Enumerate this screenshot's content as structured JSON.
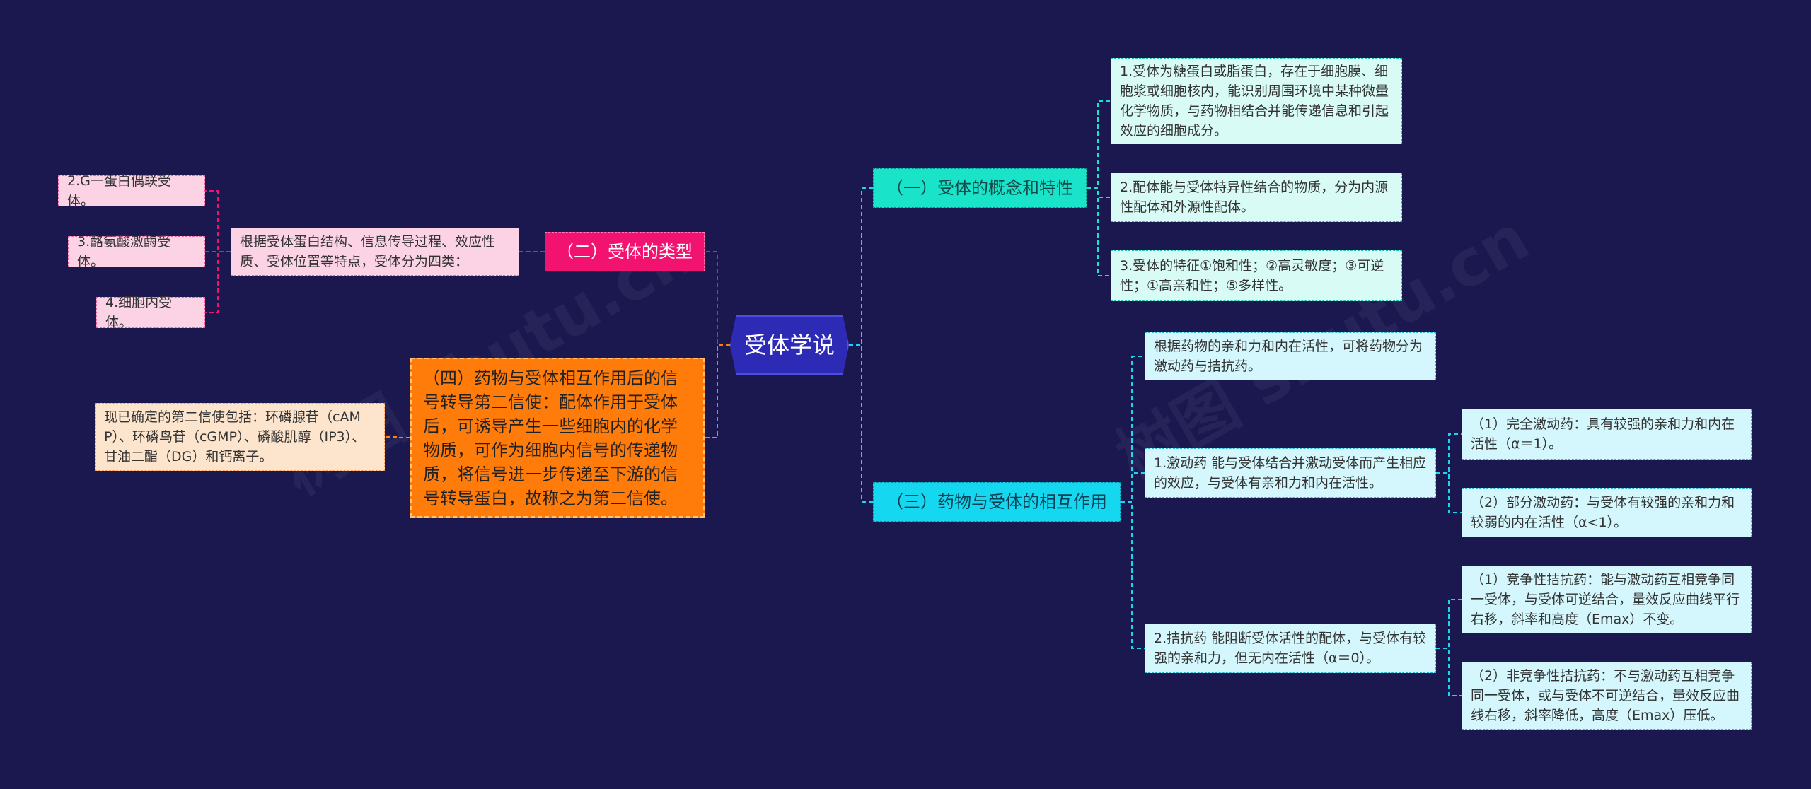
{
  "central": {
    "label": "受体学说"
  },
  "branches": {
    "concept": {
      "label": "（一）受体的概念和特性",
      "items": [
        "1.受体为糖蛋白或脂蛋白，存在于细胞膜、细胞浆或细胞核内，能识别周围环境中某种微量化学物质，与药物相结合并能传递信息和引起效应的细胞成分。",
        "2.配体能与受体特异性结合的物质，分为内源性配体和外源性配体。",
        "3.受体的特征①饱和性；②高灵敏度；③可逆性；①高亲和性；⑤多样性。"
      ]
    },
    "interaction": {
      "label": "（三）药物与受体的相互作用",
      "intro": "根据药物的亲和力和内在活性，可将药物分为激动药与拮抗药。",
      "agonist": {
        "label": "1.激动药 能与受体结合并激动受体而产生相应的效应，与受体有亲和力和内在活性。",
        "items": [
          "（1）完全激动药：具有较强的亲和力和内在活性（α＝1）。",
          "（2）部分激动药：与受体有较强的亲和力和较弱的内在活性（α<1）。"
        ]
      },
      "antagonist": {
        "label": "2.拮抗药 能阻断受体活性的配体，与受体有较强的亲和力，但无内在活性（α＝0）。",
        "items": [
          "（1）竞争性拮抗药：能与激动药互相竞争同一受体，与受体可逆结合，量效反应曲线平行右移，斜率和高度（Emax）不变。",
          "（2）非竞争性拮抗药：不与激动药互相竞争同一受体，或与受体不可逆结合，量效反应曲线右移，斜率降低，高度（Emax）压低。"
        ]
      }
    },
    "types": {
      "label": "（二）受体的类型",
      "intro": "根据受体蛋白结构、信息传导过程、效应性质、受体位置等特点，受体分为四类：",
      "items": [
        "2.G一蛋白偶联受体。",
        "3.酪氨酸激酶受体。",
        "4.细胞内受体。"
      ]
    },
    "second_messenger": {
      "label": "（四）药物与受体相互作用后的信号转导第二信使：配体作用于受体后，可诱导产生一些细胞内的化学物质，可作为细胞内信号的传递物质，将信号进一步传递至下游的信号转导蛋白，故称之为第二信使。",
      "item": "现已确定的第二信使包括：环磷腺苷（cAMP）、环磷鸟苷（cGMP）、磷酸肌醇（IP3）、甘油二酯（DG）和钙离子。"
    }
  },
  "watermarks": [
    "树图 shutu.cn",
    "树图 shutu.cn"
  ],
  "colors": {
    "background": "#1b1850",
    "central": "#2d2ab5",
    "teal": "#19e3c9",
    "cyan": "#15d7f0",
    "pink": "#f2126f",
    "orange": "#ff7b0a"
  }
}
